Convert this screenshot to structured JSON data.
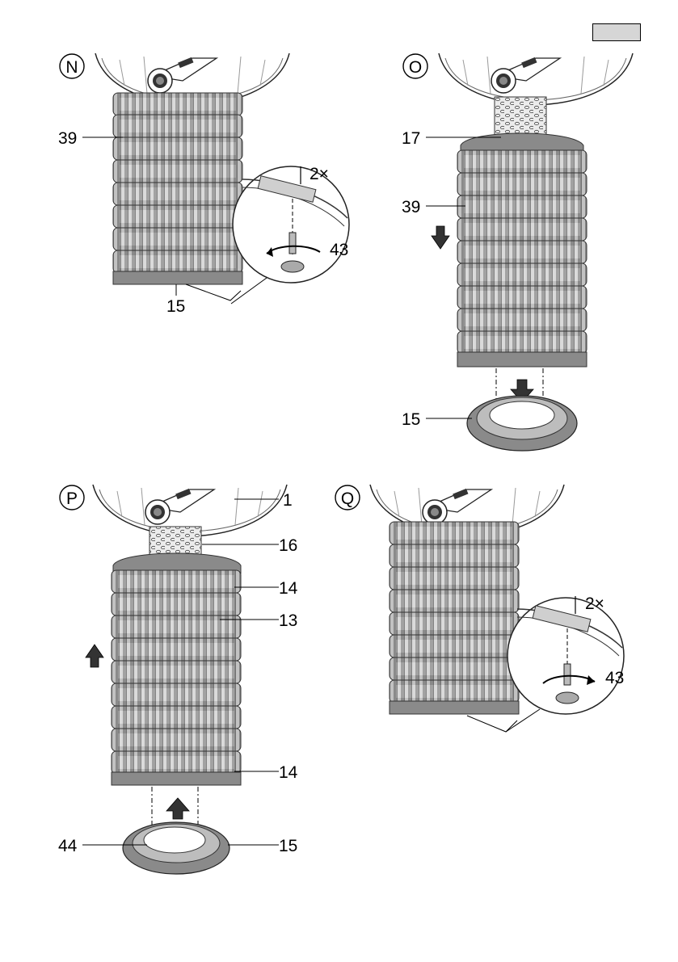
{
  "page": {
    "language_indicator": ""
  },
  "steps": [
    {
      "letter": "N",
      "labels": {
        "foam_stack": "39",
        "base_ring": "15",
        "screw": "43",
        "quantity": "2×"
      }
    },
    {
      "letter": "O",
      "labels": {
        "perforated_tube": "17",
        "foam_stack": "39",
        "base_ring": "15"
      }
    },
    {
      "letter": "P",
      "labels": {
        "housing": "1",
        "perforated_tube": "16",
        "foam_top": "14",
        "foam_middle": "13",
        "foam_bottom": "14",
        "ring_inner": "44",
        "base_ring": "15"
      }
    },
    {
      "letter": "Q",
      "labels": {
        "screw": "43",
        "quantity": "2×"
      }
    }
  ]
}
